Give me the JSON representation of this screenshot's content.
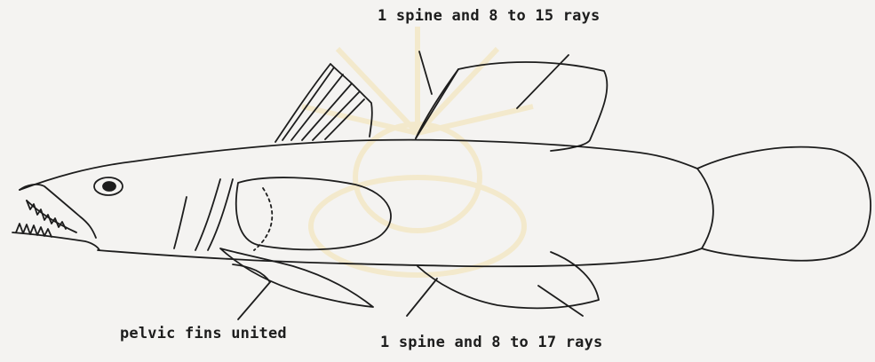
{
  "annotations": {
    "dorsal_fin": "1 spine and 8 to 15 rays",
    "pelvic_fins": "pelvic fins united",
    "anal_fin": "1 spine and 8 to 17 rays"
  },
  "colors": {
    "background": "#f4f3f1",
    "ink": "#1d1d1d",
    "watermark": "#f3d98a"
  }
}
